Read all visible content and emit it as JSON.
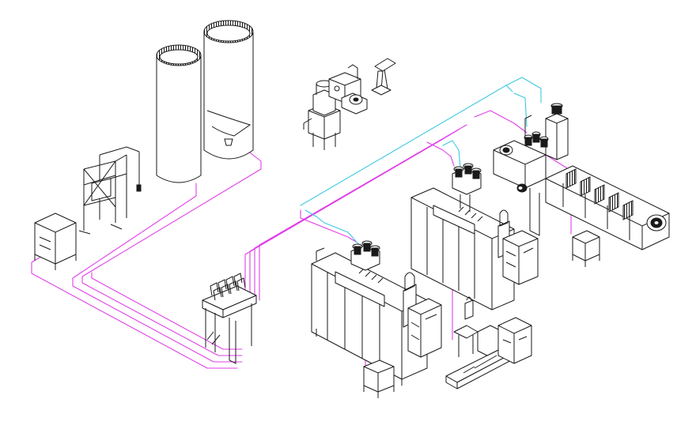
{
  "diagram": {
    "labels": [],
    "colors": {
      "line_drawing": "#1a1a1a",
      "conveying_line_magenta": "#e040e8",
      "conveying_line_cyan": "#3cc8e0",
      "background": "#ffffff"
    },
    "equipment": [
      "silo-left",
      "silo-right",
      "bag-unloading-station",
      "drying-hopper-left",
      "vacuum-loader-station",
      "dehumidifying-dryer",
      "blower-unit",
      "control-panel",
      "injection-machine-front",
      "injection-machine-middle",
      "extrusion-line-right",
      "granulator-conveyor",
      "drying-hopper-front",
      "drying-hopper-right"
    ]
  }
}
